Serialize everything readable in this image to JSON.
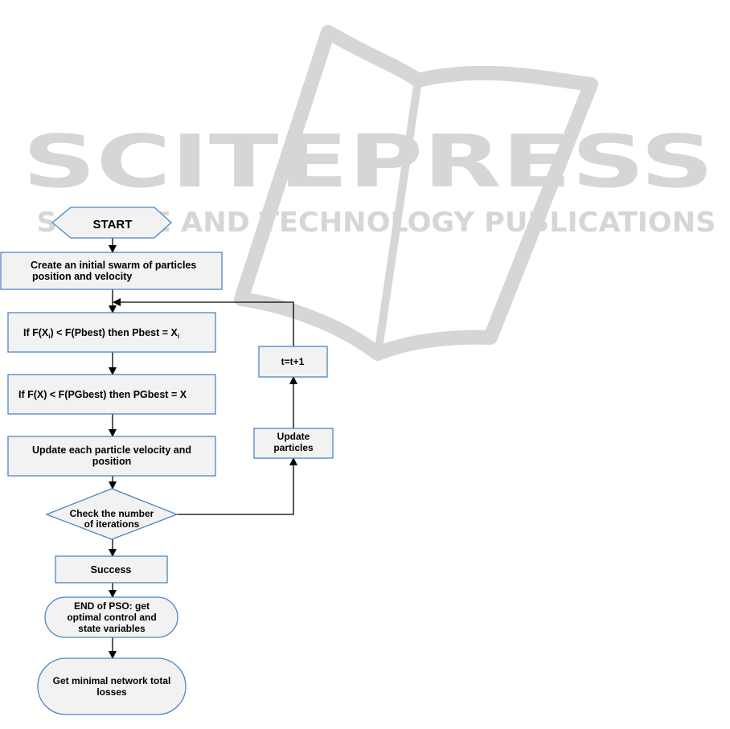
{
  "watermark": {
    "brand": "SCITEPRESS",
    "tagline": "SCIENCE AND TECHNOLOGY PUBLICATIONS",
    "color": "#d6d6d6",
    "icon": "open-book-icon"
  },
  "colors": {
    "node_fill": "#f2f2f2",
    "node_border": "#4a86c8",
    "edge": "#000000"
  },
  "flowchart": {
    "start": {
      "label": "START"
    },
    "init": {
      "line1": "Create an initial swarm of particles",
      "line2": "position and velocity"
    },
    "pbest": {
      "part1": "If F(X",
      "sub1": "i",
      "part2": ") < F(Pbest) then Pbest = X",
      "sub2": "i"
    },
    "pgbest": {
      "label": "If F(X) < F(PGbest) then PGbest = X"
    },
    "update_velocity": {
      "line1": "Update each particle velocity and",
      "line2": "position"
    },
    "check": {
      "line1": "Check the number",
      "line2": "of iterations"
    },
    "success": {
      "label": "Success"
    },
    "end_pso": {
      "line1": "END of PSO: get",
      "line2": "optimal control and",
      "line3": "state variables"
    },
    "losses": {
      "line1": "Get minimal network  total",
      "line2": "losses"
    },
    "update_particles": {
      "line1": "Update",
      "line2": "particles"
    },
    "increment": {
      "label": "t=t+1"
    }
  }
}
